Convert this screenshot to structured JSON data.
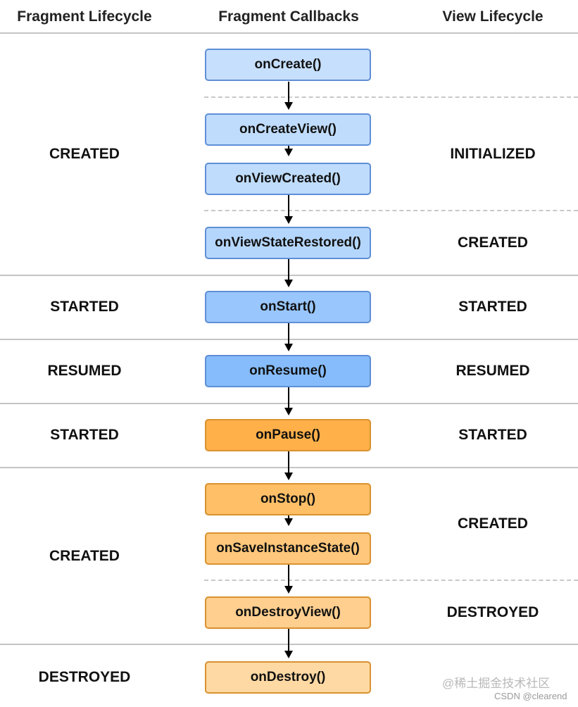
{
  "headers": {
    "fragment_lifecycle": "Fragment Lifecycle",
    "fragment_callbacks": "Fragment Callbacks",
    "view_lifecycle": "View Lifecycle"
  },
  "callbacks": [
    "onCreate()",
    "onCreateView()",
    "onViewCreated()",
    "onViewStateRestored()",
    "onStart()",
    "onResume()",
    "onPause()",
    "onStop()",
    "onSaveInstanceState()",
    "onDestroyView()",
    "onDestroy()"
  ],
  "fragment_states": [
    "CREATED",
    "STARTED",
    "RESUMED",
    "STARTED",
    "CREATED",
    "DESTROYED"
  ],
  "view_states": [
    "INITIALIZED",
    "CREATED",
    "STARTED",
    "RESUMED",
    "STARTED",
    "CREATED",
    "DESTROYED"
  ],
  "colors": {
    "blue_fills": [
      "#c6dffc",
      "#bfdcfc",
      "#b5d6fc",
      "#a9cffd",
      "#98c6fd",
      "#86bcfc"
    ],
    "blue_border": "#5f8fd6",
    "orange_fills": [
      "#ffb049",
      "#ffbf67",
      "#ffc77b",
      "#ffcf8f",
      "#ffd9a3"
    ],
    "orange_border": "#d9922f"
  },
  "watermark": {
    "site": "@稀土掘金技术社区",
    "user": "CSDN @clearend"
  }
}
